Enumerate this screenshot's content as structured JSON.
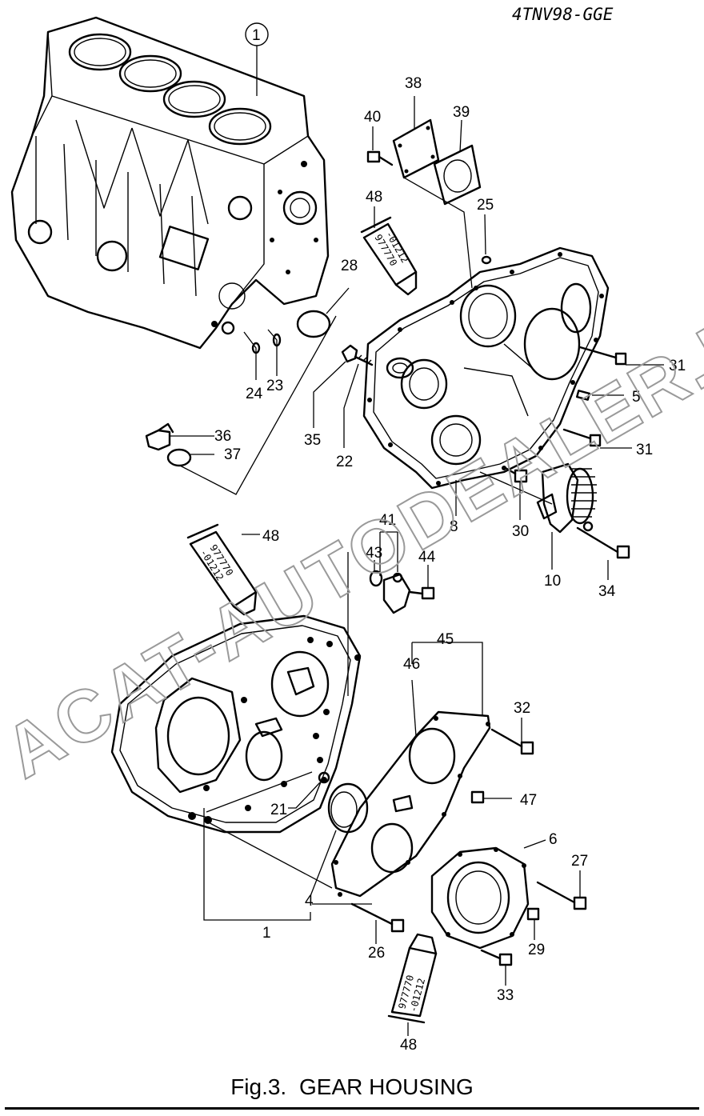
{
  "header": {
    "model_code": "4TNV98-GGE"
  },
  "caption": {
    "figure": "Fig.3.",
    "title": "GEAR HOUSING"
  },
  "watermark": {
    "text": "ACAT-AUTODEALER.RU",
    "color": "#9a9a9a"
  },
  "tubes": {
    "a": {
      "line1": "977770",
      "line2": "-01212"
    },
    "b": {
      "line1": "977770",
      "line2": "-01212"
    },
    "c": {
      "line1": "977770",
      "line2": "-01212"
    }
  },
  "callouts": {
    "c1_circled": "1",
    "c38": "38",
    "c39": "39",
    "c40": "40",
    "c48a": "48",
    "c25": "25",
    "c28": "28",
    "c24": "24",
    "c23": "23",
    "c31a": "31",
    "c5": "5",
    "c35": "35",
    "c22": "22",
    "c36": "36",
    "c37": "37",
    "c31b": "31",
    "c41": "41",
    "c48b": "48",
    "c43": "43",
    "c44": "44",
    "c30": "30",
    "c8": "8",
    "c10": "10",
    "c34": "34",
    "c45": "45",
    "c46": "46",
    "c32": "32",
    "c21": "21",
    "c47": "47",
    "c6": "6",
    "c27": "27",
    "c4": "4",
    "c1": "1",
    "c26": "26",
    "c29": "29",
    "c33": "33",
    "c48c": "48"
  }
}
